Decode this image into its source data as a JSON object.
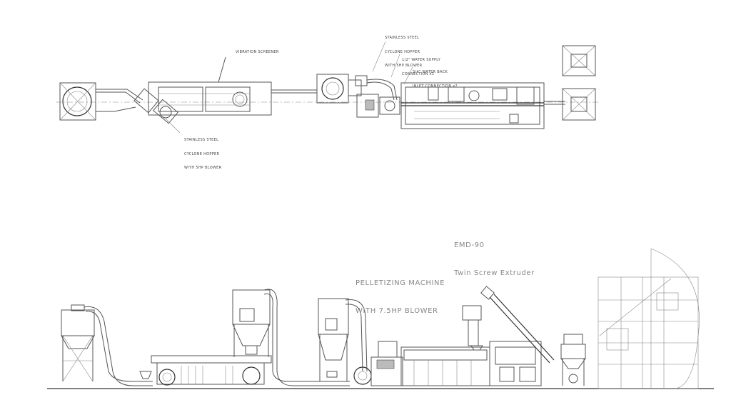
{
  "labels": {
    "vibration_screener": "VIBRATION SCREENER",
    "cyclone_top_1": "STAINLESS STEEL",
    "cyclone_top_2": "CYCLONE HOPPER",
    "cyclone_top_3": "WITH 5HP BLOWER",
    "water_supply_1": "1/2\" WATER SUPPLY",
    "water_supply_2": "CONNECTION x1",
    "water_back_1": "3/4\" WATER BACK",
    "water_back_2": "INLET CONNECTION x2",
    "cyclone_left_1": "STAINLESS STEEL",
    "cyclone_left_2": "CYCLONE HOPPER",
    "cyclone_left_3": "WITH 5HP BLOWER",
    "extruder_model": "EMD-90",
    "extruder_name": "Twin Screw Extruder",
    "pelletizer_1": "PELLETIZING MACHINE",
    "pelletizer_2": "WITH 7.5HP BLOWER"
  }
}
